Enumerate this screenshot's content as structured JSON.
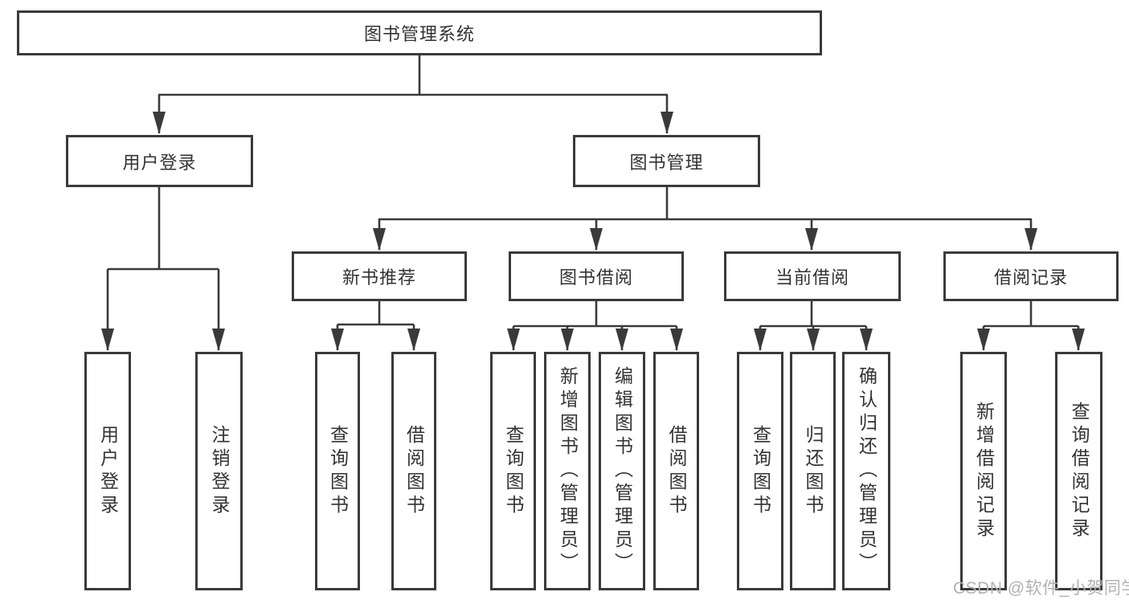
{
  "tree": {
    "label": "图书管理系统",
    "children": [
      {
        "label": "用户登录",
        "children": [
          {
            "label": "用户登录"
          },
          {
            "label": "注销登录"
          }
        ]
      },
      {
        "label": "图书管理",
        "children": [
          {
            "label": "新书推荐",
            "children": [
              {
                "label": "查询图书"
              },
              {
                "label": "借阅图书"
              }
            ]
          },
          {
            "label": "图书借阅",
            "children": [
              {
                "label": "查询图书"
              },
              {
                "label": "新增图书（管理员）"
              },
              {
                "label": "编辑图书（管理员）"
              },
              {
                "label": "借阅图书"
              }
            ]
          },
          {
            "label": "当前借阅",
            "children": [
              {
                "label": "查询图书"
              },
              {
                "label": "归还图书"
              },
              {
                "label": "确认归还（管理员）"
              }
            ]
          },
          {
            "label": "借阅记录",
            "children": [
              {
                "label": "新增借阅记录"
              },
              {
                "label": "查询借阅记录"
              }
            ]
          }
        ]
      }
    ]
  },
  "watermark": "CSDN @软件_小贺同学",
  "colors": {
    "line": "#3a3a3a",
    "text": "#333333",
    "watermark": "#b2b2b2",
    "background": "#ffffff"
  }
}
